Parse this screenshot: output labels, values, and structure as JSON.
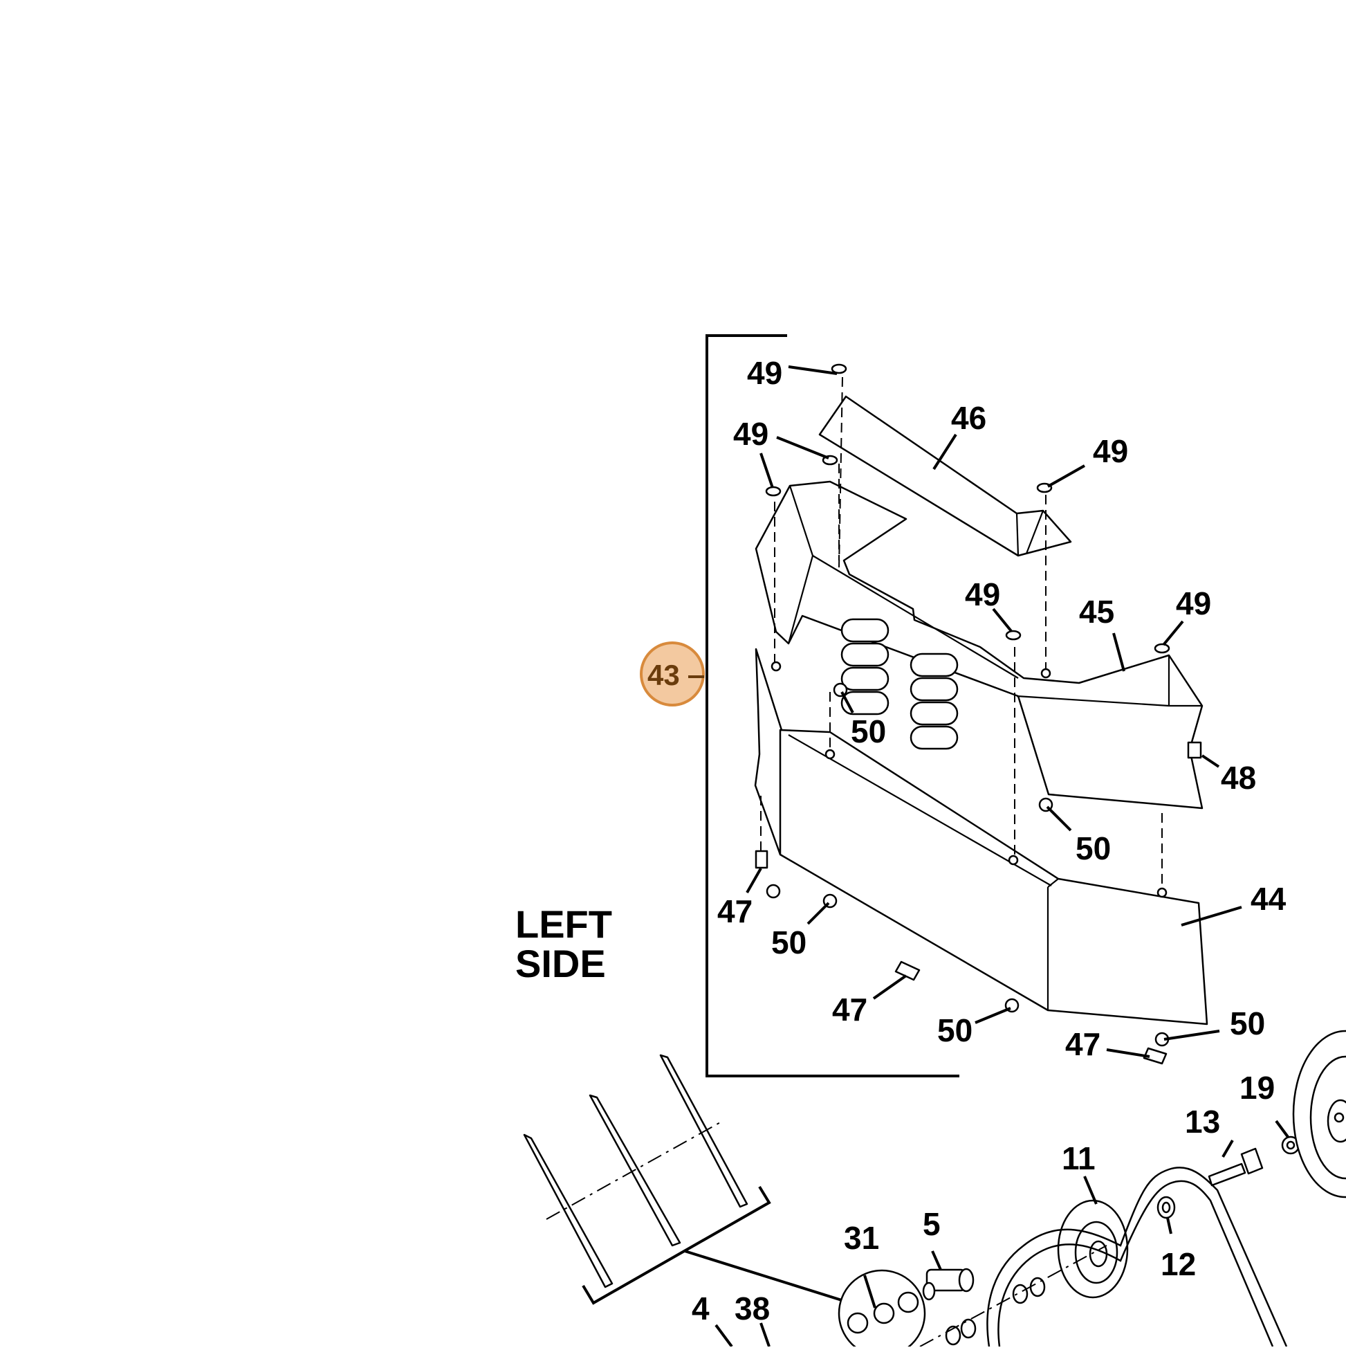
{
  "side_label": [
    "LEFT",
    "SIDE"
  ],
  "highlight": {
    "label": "43",
    "fill": "#f3c9a0",
    "stroke": "#d88a3c"
  },
  "callouts": [
    {
      "id": "c49a",
      "text": "49"
    },
    {
      "id": "c49b",
      "text": "49"
    },
    {
      "id": "c49c",
      "text": "49"
    },
    {
      "id": "c49d",
      "text": "49"
    },
    {
      "id": "c49e",
      "text": "49"
    },
    {
      "id": "c46",
      "text": "46"
    },
    {
      "id": "c45",
      "text": "45"
    },
    {
      "id": "c48",
      "text": "48"
    },
    {
      "id": "c50a",
      "text": "50"
    },
    {
      "id": "c50b",
      "text": "50"
    },
    {
      "id": "c50c",
      "text": "50"
    },
    {
      "id": "c50d",
      "text": "50"
    },
    {
      "id": "c50e",
      "text": "50"
    },
    {
      "id": "c44",
      "text": "44"
    },
    {
      "id": "c47a",
      "text": "47"
    },
    {
      "id": "c47b",
      "text": "47"
    },
    {
      "id": "c47c",
      "text": "47"
    },
    {
      "id": "c19",
      "text": "19"
    },
    {
      "id": "c13",
      "text": "13"
    },
    {
      "id": "c11",
      "text": "11"
    },
    {
      "id": "c12",
      "text": "12"
    },
    {
      "id": "c5",
      "text": "5"
    },
    {
      "id": "c31",
      "text": "31"
    },
    {
      "id": "c4",
      "text": "4"
    },
    {
      "id": "c38",
      "text": "38"
    }
  ]
}
